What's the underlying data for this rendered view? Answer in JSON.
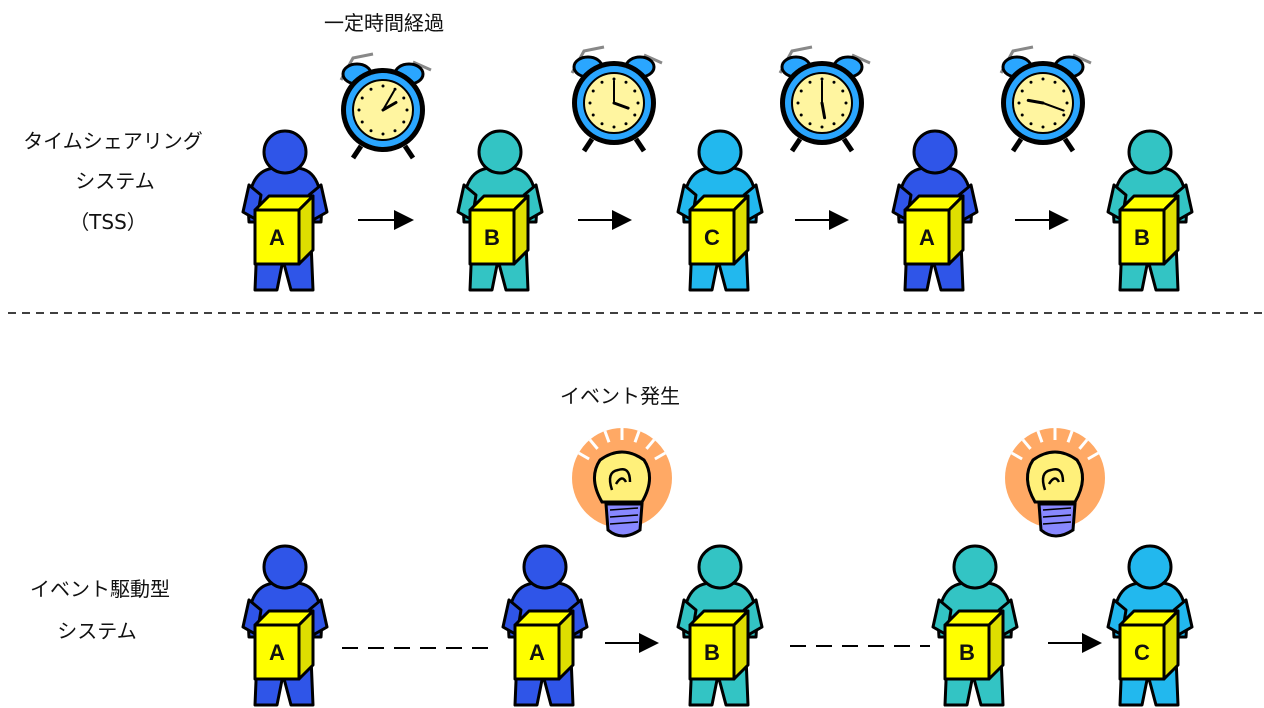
{
  "tss": {
    "label_lines": [
      "タイムシェアリング",
      "システム",
      "（TSS）"
    ],
    "interval_label": "一定時間経過",
    "boxes": [
      "A",
      "B",
      "C",
      "A",
      "B"
    ],
    "colors": [
      "#2f55e8",
      "#33c4c4",
      "#22b8ee",
      "#2f55e8",
      "#33c4c4"
    ]
  },
  "event": {
    "label_lines": [
      "イベント駆動型",
      "システム"
    ],
    "trigger_label": "イベント発生",
    "boxes": [
      "A",
      "A",
      "B",
      "B",
      "C"
    ],
    "colors": [
      "#2f55e8",
      "#2f55e8",
      "#33c4c4",
      "#33c4c4",
      "#22b8ee"
    ]
  },
  "palette": {
    "box_fill": "#ffff00",
    "box_side": "#dede00",
    "outline": "#000000",
    "clock_face": "#fff5a0",
    "clock_body": "#2aa6ff",
    "bulb_glow": "#ff9a4a",
    "bulb_yellow": "#fff07a",
    "bulb_base": "#8888ff"
  },
  "icons": {
    "person": "person-icon",
    "box": "box-icon",
    "clock": "alarm-clock-icon",
    "bulb": "light-bulb-icon"
  }
}
